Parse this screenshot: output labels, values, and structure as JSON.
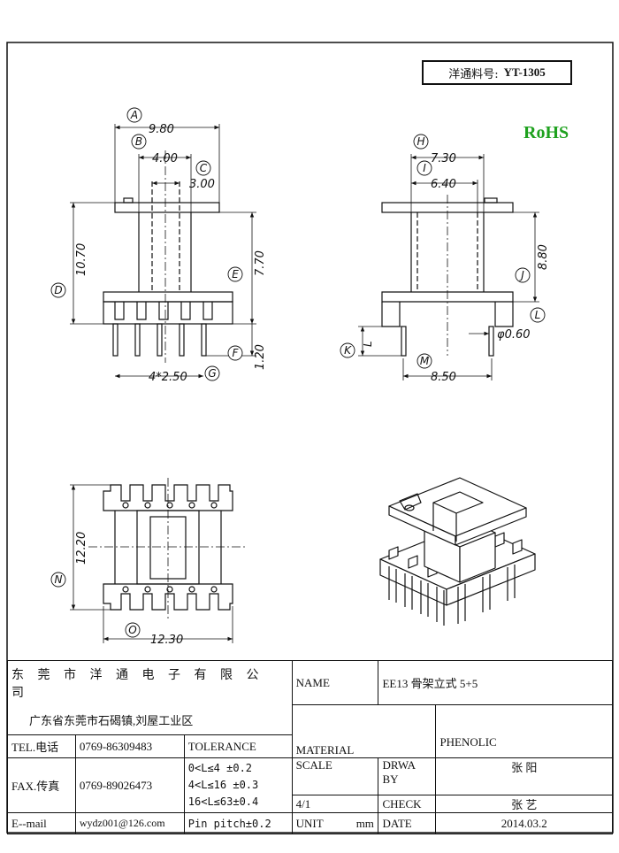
{
  "part": {
    "label": "洋通料号:",
    "number": "YT-1305"
  },
  "rohs": "RoHS",
  "front_view": {
    "dims": [
      "9.80",
      "4.00",
      "3.00",
      "10.70",
      "7.70",
      "1.20",
      "4*2.50"
    ],
    "markers": [
      "A",
      "B",
      "C",
      "D",
      "E",
      "F",
      "G"
    ]
  },
  "side_view": {
    "dims": [
      "7.30",
      "6.40",
      "8.80",
      "8.50",
      "φ0.60"
    ],
    "markers": [
      "H",
      "I",
      "J",
      "K",
      "L",
      "M"
    ],
    "k_text": "L"
  },
  "bottom_view": {
    "dims": [
      "12.20",
      "12.30"
    ],
    "markers": [
      "N",
      "O"
    ]
  },
  "title_block": {
    "company": "东 莞 市 洋 通 电 子 有 限 公 司",
    "address": "广东省东莞市石碣镇,刘屋工业区",
    "name_label": "NAME",
    "name_value": "EE13 骨架立式 5+5",
    "tel_label": "TEL.电话",
    "tel_value": "0769-86309483",
    "tolerance_label": "TOLERANCE",
    "material_label": "MATERIAL",
    "material_value": "PHENOLIC",
    "fax_label": "FAX.传真",
    "fax_value": "0769-89026473",
    "tolerances": [
      "0<L≤4  ±0.2",
      "4<L≤16 ±0.3",
      "16<L≤63±0.4",
      "Pin pitch±0.2"
    ],
    "scale_label": "SCALE",
    "scale_value": "4/1",
    "drawn_label": "DRWA BY",
    "drawn_value": "张 阳",
    "check_label": "CHECK",
    "check_value": "张 艺",
    "email_label": "E--mail",
    "email_value": "wydz001@126.com",
    "unit_label": "UNIT",
    "unit_value": "mm",
    "date_label": "DATE",
    "date_value": "2014.03.2"
  }
}
